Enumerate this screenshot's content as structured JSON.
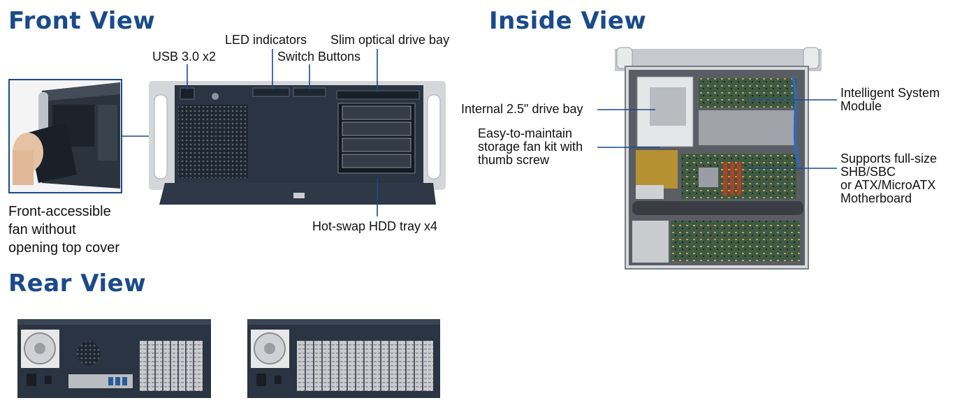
{
  "headings": {
    "front": "Front View",
    "rear": "Rear View",
    "inside": "Inside View"
  },
  "front_labels": {
    "usb": "USB 3.0 x2",
    "led": "LED indicators",
    "slim": "Slim optical drive bay",
    "switch": "Switch Buttons",
    "hotswap": "Hot-swap HDD tray x4",
    "fan": [
      "Front-accessible",
      "fan without",
      "opening top cover"
    ]
  },
  "inside_labels": {
    "drive_bay": "Internal 2.5\" drive bay",
    "fan_kit": [
      "Easy-to-maintain",
      "storage fan kit with",
      "thumb screw"
    ],
    "ism": [
      "Intelligent System",
      "Module"
    ],
    "board": [
      "Supports full-size",
      "SHB/SBC",
      "or ATX/MicroATX",
      "Motherboard"
    ]
  },
  "colors": {
    "heading": "#1a4a8a",
    "chassis_dark": "#2a3442",
    "chassis_silver": "#d4d6d9",
    "callout_line": "#1a4a8a"
  }
}
